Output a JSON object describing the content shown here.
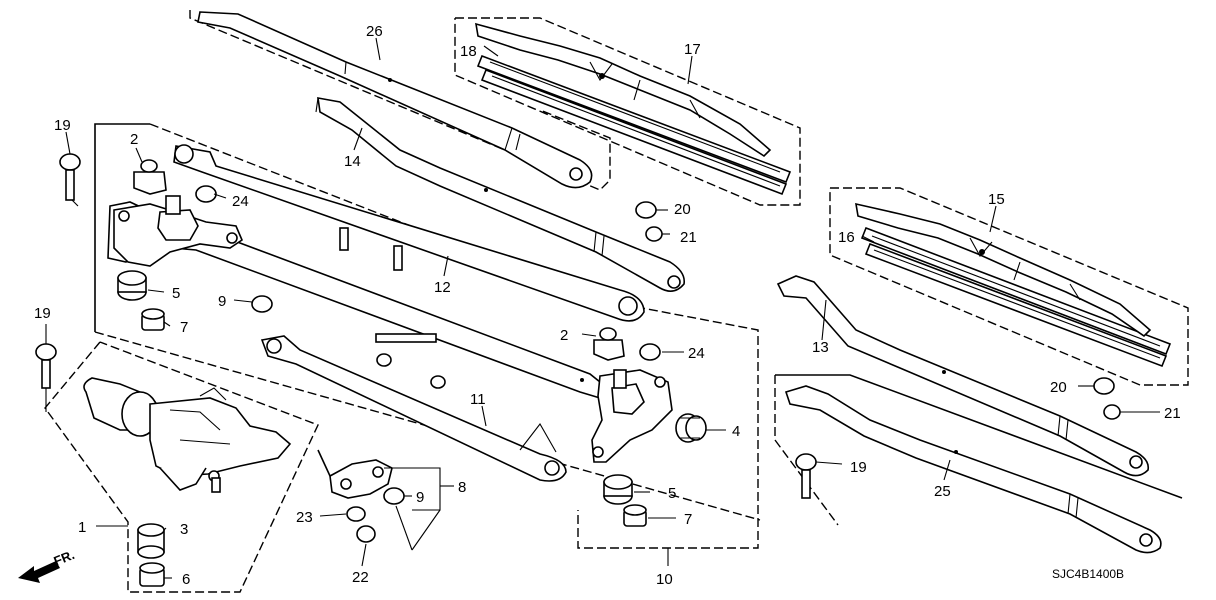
{
  "callouts": {
    "c1": "1",
    "c2a": "2",
    "c2b": "2",
    "c3": "3",
    "c4": "4",
    "c5a": "5",
    "c5b": "5",
    "c6": "6",
    "c7a": "7",
    "c7b": "7",
    "c8": "8",
    "c9a": "9",
    "c9b": "9",
    "c10": "10",
    "c11": "11",
    "c12": "12",
    "c13": "13",
    "c14": "14",
    "c15": "15",
    "c16": "16",
    "c17": "17",
    "c18": "18",
    "c19a": "19",
    "c19b": "19",
    "c19c": "19",
    "c20a": "20",
    "c20b": "20",
    "c21a": "21",
    "c21b": "21",
    "c22": "22",
    "c23": "23",
    "c24a": "24",
    "c24b": "24",
    "c25": "25",
    "c26": "26"
  },
  "front_indicator": "FR.",
  "diagram_code": "SJC4B1400B"
}
